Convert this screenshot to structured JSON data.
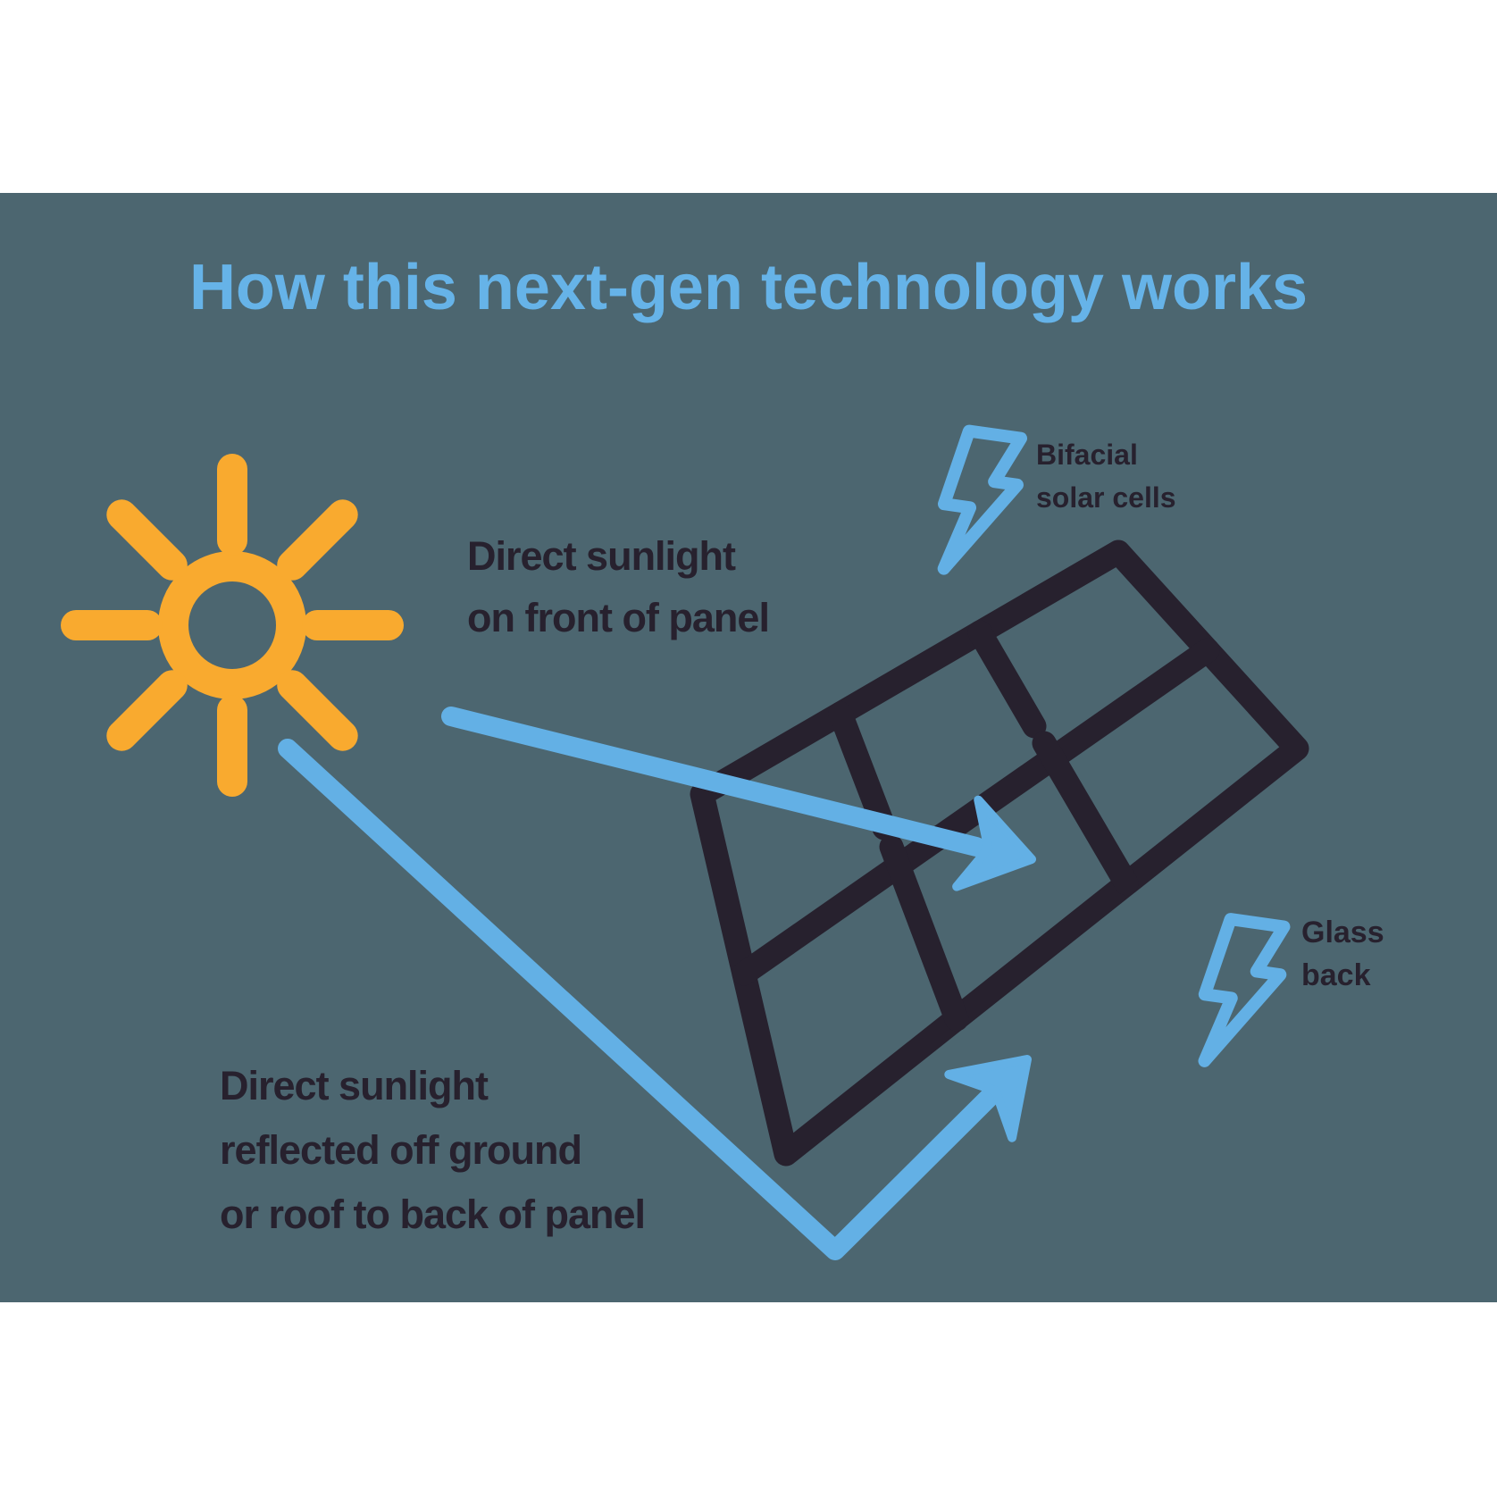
{
  "title": "How this next-gen technology works",
  "annotations": {
    "front_sunlight": {
      "line1": "Direct sunlight",
      "line2": "on front of panel"
    },
    "reflected_sunlight": {
      "line1": "Direct sunlight",
      "line2": "reflected off ground",
      "line3": "or roof to back of panel"
    },
    "bifacial_cells": {
      "line1": "Bifacial",
      "line2": "solar cells"
    },
    "glass_back": {
      "line1": "Glass",
      "line2": "back"
    }
  },
  "icons": {
    "sun": "sun-icon",
    "solar_panel": "solar-panel-icon",
    "front_energy_bolt": "lightning-bolt-icon",
    "back_energy_bolt": "lightning-bolt-icon",
    "front_sunlight_arrow": "direct-sunlight-arrow",
    "reflected_sunlight_arrow": "reflected-sunlight-arrow"
  },
  "colors": {
    "background_band": "#4C6670",
    "page_background": "#FFFFFF",
    "title_blue": "#66B3E8",
    "accent_blue": "#63B0E5",
    "dark_text": "#27212E",
    "sun_yellow": "#F9AA2F"
  }
}
